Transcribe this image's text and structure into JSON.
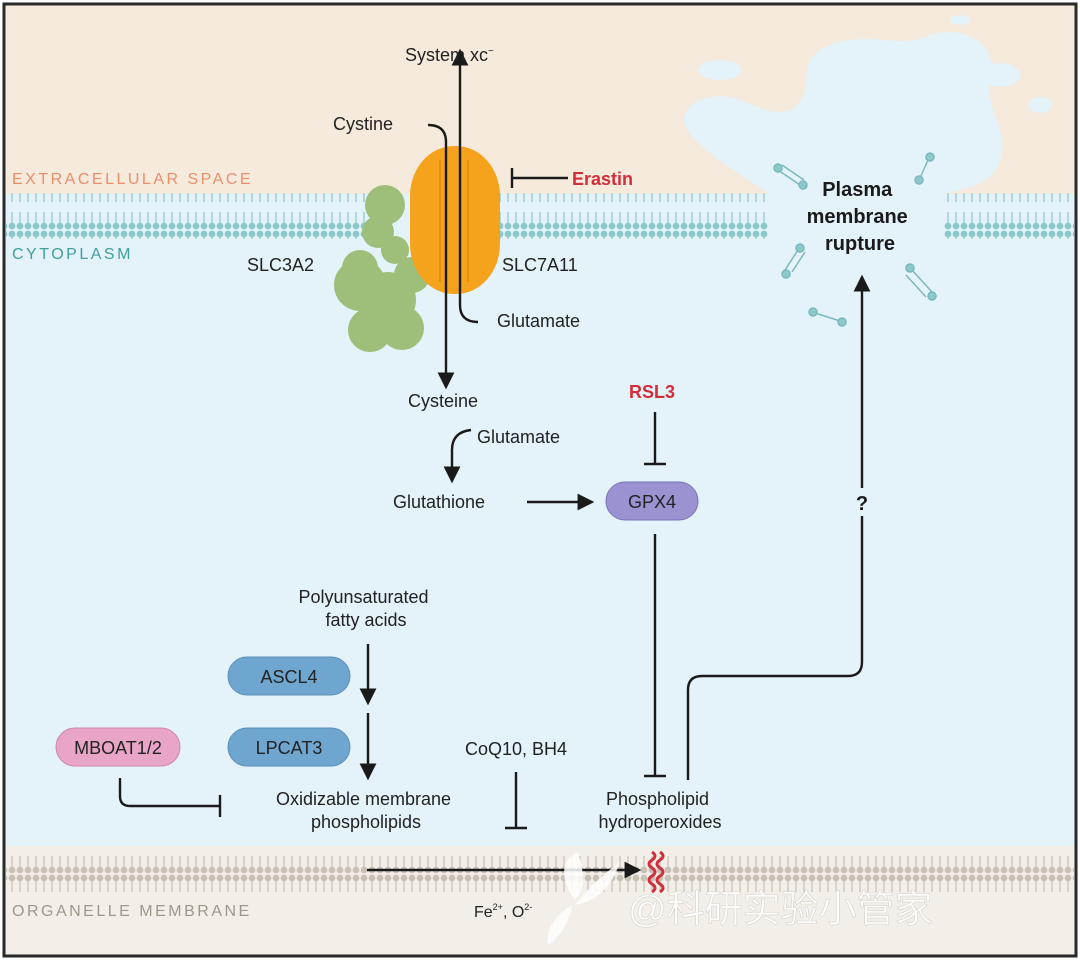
{
  "regions": {
    "extracellular": "EXTRACELLULAR SPACE",
    "cytoplasm": "CYTOPLASM",
    "organelle": "ORGANELLE MEMBRANE"
  },
  "labels": {
    "system_xc": "System xc",
    "system_xc_sup": "−",
    "cystine": "Cystine",
    "erastin": "Erastin",
    "slc3a2": "SLC3A2",
    "slc7a11": "SLC7A11",
    "glutamate_out": "Glutamate",
    "cysteine": "Cysteine",
    "glutamate_in": "Glutamate",
    "glutathione": "Glutathione",
    "rsl3": "RSL3",
    "gpx4": "GPX4",
    "rupture_line1": "Plasma",
    "rupture_line2": "membrane",
    "rupture_line3": "rupture",
    "question": "?",
    "pufa_line1": "Polyunsaturated",
    "pufa_line2": "fatty acids",
    "ascl4": "ASCL4",
    "lpcat3": "LPCAT3",
    "mboat": "MBOAT1/2",
    "coq10": "CoQ10, BH4",
    "oxid_line1": "Oxidizable membrane",
    "oxid_line2": "phospholipids",
    "hydro_line1": "Phospholipid",
    "hydro_line2": "hydroperoxides",
    "fe_base": "Fe",
    "fe_sup": "2+",
    "fe_sep": ", O",
    "o_sup": "2-"
  },
  "watermark": "@科研实验小管家",
  "colors": {
    "extracellular_bg": "#f5eadb",
    "cytoplasm_bg": "#e4f2fa",
    "membrane_head": "#8cc8cc",
    "organelle_head": "#c9c1b5",
    "transporter": "#f5a21c",
    "slc3a2": "#9dbf7a",
    "gpx4": "#9b92d2",
    "enzyme_blue": "#6fa6cf",
    "mboat": "#e8a5c6",
    "inhibitor_red": "#d22d3a",
    "extracellular_label": "#e8906c",
    "cytoplasm_label": "#3f9f9c",
    "organelle_label": "#9f978b"
  }
}
